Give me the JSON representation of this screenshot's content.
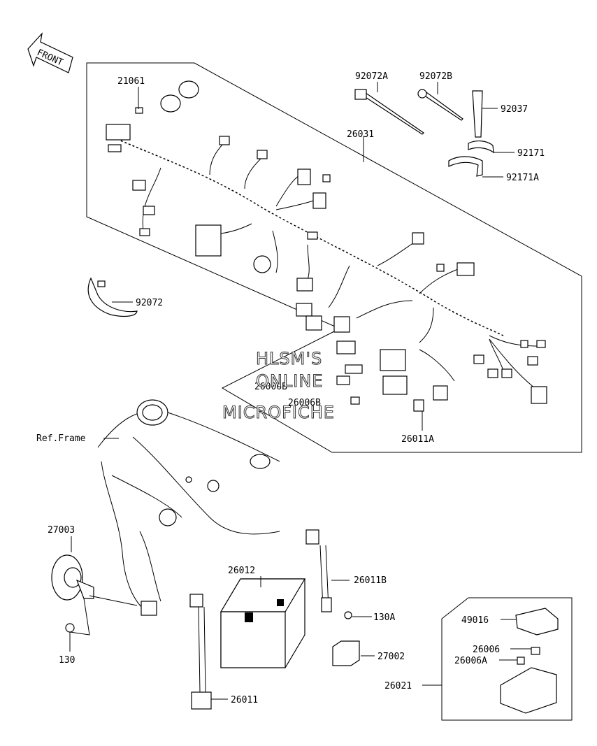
{
  "front_label": "FRONT",
  "parts": {
    "p21061": "21061",
    "p92072A": "92072A",
    "p92072B": "92072B",
    "p92037": "92037",
    "p26031": "26031",
    "p92171": "92171",
    "p92171A": "92171A",
    "p92072": "92072",
    "p26006B_1": "26006B",
    "p26006B_2": "26006B",
    "p26011A": "26011A",
    "ref_frame": "Ref.Frame",
    "p27003": "27003",
    "p130": "130",
    "p26012": "26012",
    "p26011B": "26011B",
    "p130A": "130A",
    "p27002": "27002",
    "p26011": "26011",
    "p49016": "49016",
    "p26006": "26006",
    "p26006A": "26006A",
    "p26021": "26021"
  },
  "watermark": {
    "line1": "HLSM'S",
    "line2": "ONLINE",
    "line3": "MICROFICHE"
  }
}
